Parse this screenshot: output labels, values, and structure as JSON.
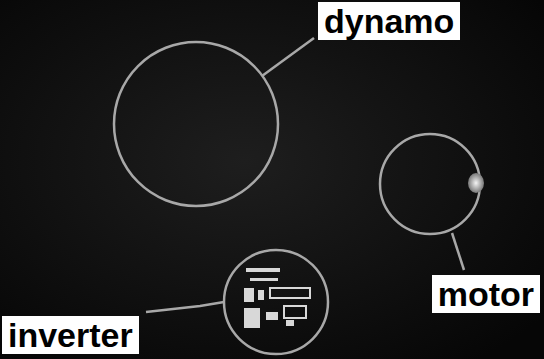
{
  "diagram": {
    "labels": [
      "dynamo",
      "motor",
      "inverter"
    ]
  }
}
